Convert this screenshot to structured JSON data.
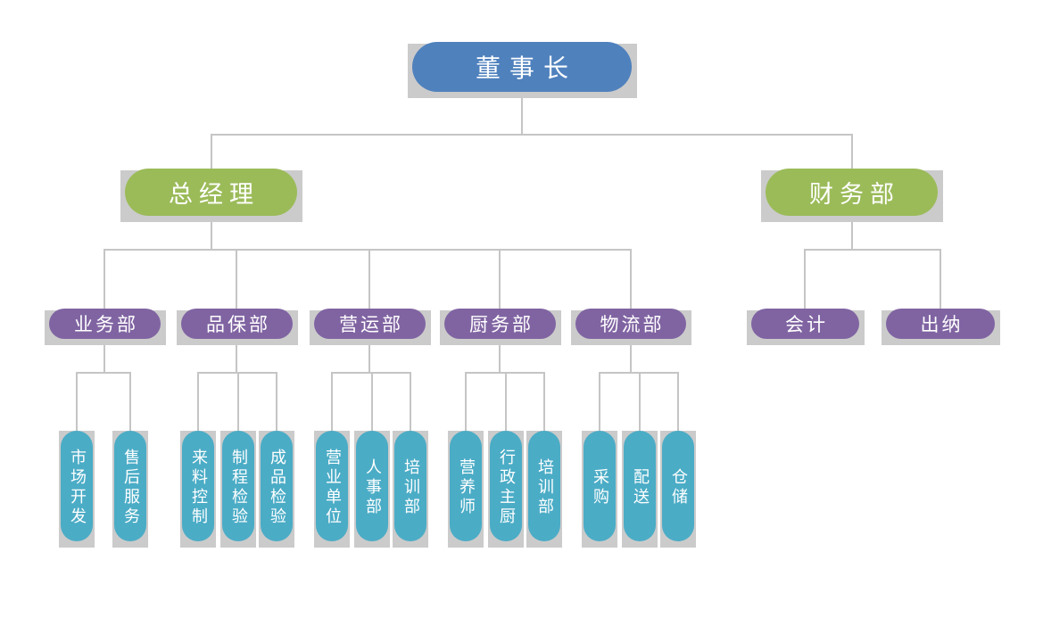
{
  "org": {
    "chairman": {
      "label": "董事长"
    },
    "general_manager": {
      "label": "总经理"
    },
    "finance_dept": {
      "label": "财务部",
      "children": [
        {
          "label": "会计"
        },
        {
          "label": "出纳"
        }
      ]
    },
    "departments": [
      {
        "label": "业务部",
        "teams": [
          "市场开发",
          "售后服务"
        ]
      },
      {
        "label": "品保部",
        "teams": [
          "来料控制",
          "制程检验",
          "成品检验"
        ]
      },
      {
        "label": "营运部",
        "teams": [
          "营业单位",
          "人事部",
          "培训部"
        ]
      },
      {
        "label": "厨务部",
        "teams": [
          "营养师",
          "行政主厨",
          "培训部"
        ]
      },
      {
        "label": "物流部",
        "teams": [
          "采购",
          "配送",
          "仓储"
        ]
      }
    ]
  },
  "colors": {
    "chairman_blue": "#4f81bd",
    "manager_green": "#9bbb59",
    "department_purple": "#8064a2",
    "team_teal": "#4bacc6",
    "connector_gray": "#c5c5c5",
    "shadow_gray": "#cbcbcb"
  }
}
